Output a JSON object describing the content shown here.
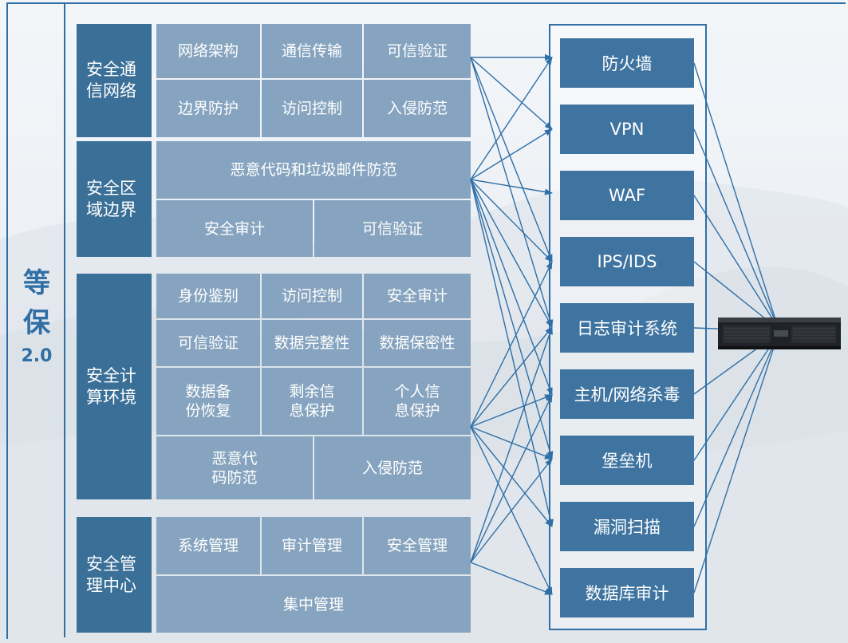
{
  "side_title": {
    "char1": "等",
    "char2": "保",
    "version": "2.0"
  },
  "categories": [
    {
      "label": "安全通\n信网络"
    },
    {
      "label": "安全区\n域边界"
    },
    {
      "label": "安全计\n算环境"
    },
    {
      "label": "安全管\n理中心"
    }
  ],
  "cells": {
    "network": [
      "网络架构",
      "通信传输",
      "可信验证",
      "边界防护",
      "访问控制",
      "入侵防范"
    ],
    "boundary": [
      "恶意代码和垃圾邮件防范",
      "安全审计",
      "可信验证"
    ],
    "compute": [
      "身份鉴别",
      "访问控制",
      "安全审计",
      "可信验证",
      "数据完整性",
      "数据保密性",
      "数据备\n份恢复",
      "剩余信\n息保护",
      "个人信\n息保护",
      "恶意代\n码防范",
      "入侵防范"
    ],
    "management": [
      "系统管理",
      "审计管理",
      "安全管理",
      "集中管理"
    ]
  },
  "products": [
    "防火墙",
    "VPN",
    "WAF",
    "IPS/IDS",
    "日志审计系统",
    "主机/网络杀毒",
    "堡垒机",
    "漏洞扫描",
    "数据库审计"
  ],
  "colors": {
    "accent": "#2f6fa6",
    "category": "#3a6f97",
    "cell": "#86a4bf",
    "product": "#3f74a0"
  }
}
